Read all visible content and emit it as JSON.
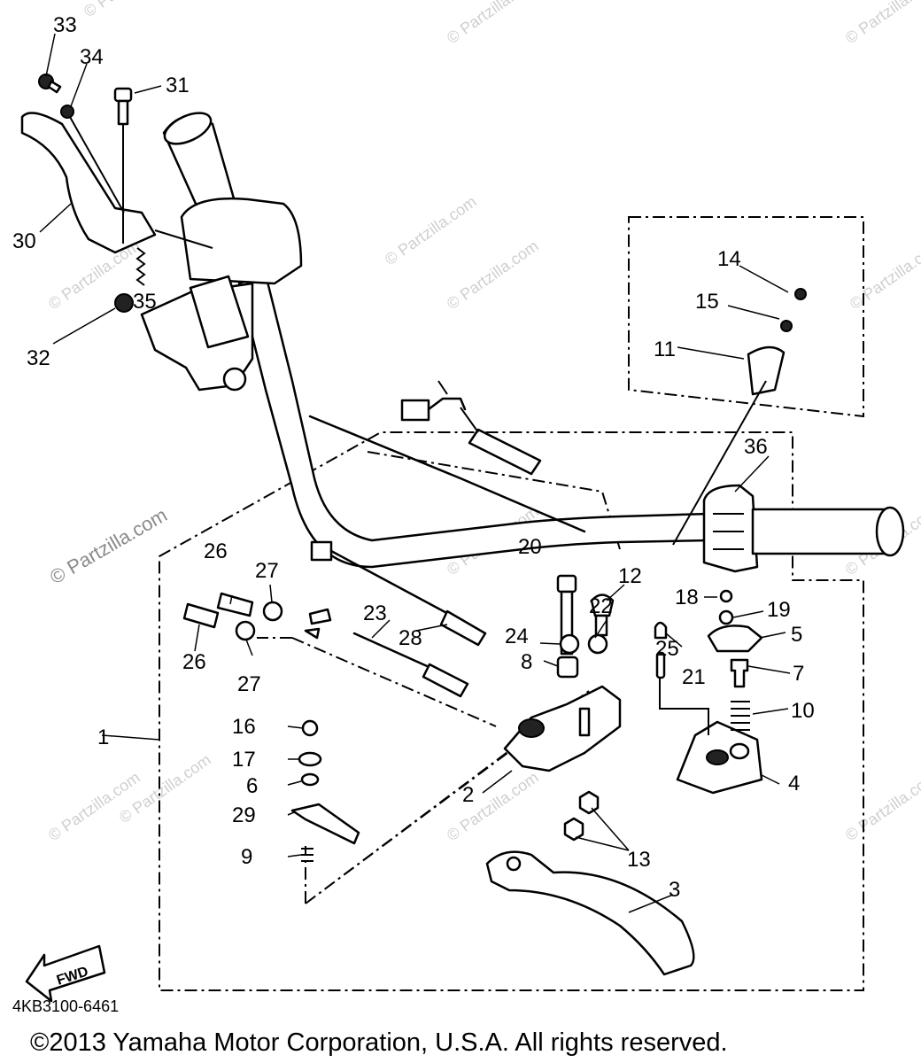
{
  "diagram": {
    "part_labels": [
      "33",
      "34",
      "31",
      "30",
      "35",
      "32",
      "14",
      "15",
      "11",
      "36",
      "20",
      "12",
      "22",
      "18",
      "19",
      "5",
      "25",
      "21",
      "7",
      "10",
      "26",
      "27",
      "26",
      "27",
      "23",
      "28",
      "24",
      "8",
      "1",
      "16",
      "17",
      "6",
      "29",
      "9",
      "2",
      "13",
      "3",
      "4"
    ],
    "watermarks": [
      "© Partzilla.com",
      "© Partzilla.com",
      "© Partzilla.com",
      "© Partzilla.com",
      "© Partzilla.com",
      "© Partzilla.com",
      "© Partzilla.com",
      "© Partzilla.com",
      "© Partzilla.com",
      "© Partzilla.com",
      "© Partzilla.com",
      "© Partzilla.com",
      "© Partzilla.com"
    ],
    "watermark_main": "© Partzilla.com",
    "fwd_label": "FWD",
    "diagram_code": "4KB3100-6461",
    "copyright": "©2013 Yamaha Motor Corporation, U.S.A. All rights reserved."
  }
}
